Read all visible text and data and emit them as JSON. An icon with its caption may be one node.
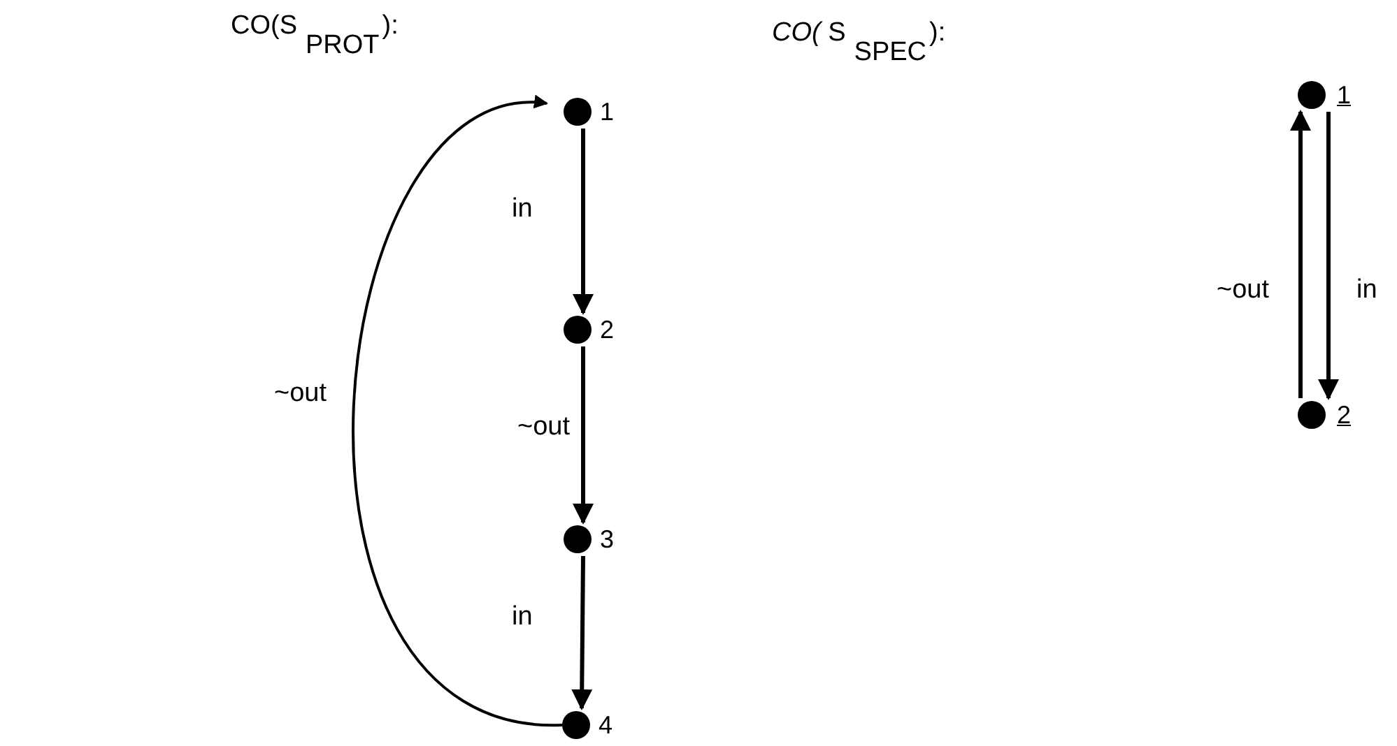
{
  "diagram": {
    "nodes": [
      {
        "text": [],
        "shape": "circle",
        "beside": [
          "1"
        ]
      },
      {
        "text": [],
        "shape": "circle",
        "beside": [
          "2"
        ]
      },
      {
        "text": [],
        "shape": "circle",
        "beside": [
          "3"
        ]
      },
      {
        "text": [],
        "shape": "circle",
        "beside": [
          "4"
        ]
      },
      {
        "text": [],
        "shape": "circle",
        "beside": [
          "1"
        ]
      },
      {
        "text": [],
        "shape": "circle",
        "beside": [
          "2"
        ]
      }
    ],
    "edges": [
      {
        "from": 0,
        "to": 1,
        "arrow": "to",
        "label": "in"
      },
      {
        "from": 1,
        "to": 2,
        "arrow": "to",
        "label": "~out"
      },
      {
        "from": 2,
        "to": 3,
        "arrow": "to",
        "label": "in"
      },
      {
        "from": 3,
        "to": 0,
        "arrow": "to",
        "label": "~out"
      },
      {
        "from": 4,
        "to": 5,
        "arrow": "to",
        "label": "in"
      },
      {
        "from": 5,
        "to": 4,
        "arrow": "to",
        "label": "~out"
      }
    ],
    "labels": [
      "CO(S$_{PROT}$):",
      "*CO(* S$_{SPEC}$):"
    ]
  }
}
